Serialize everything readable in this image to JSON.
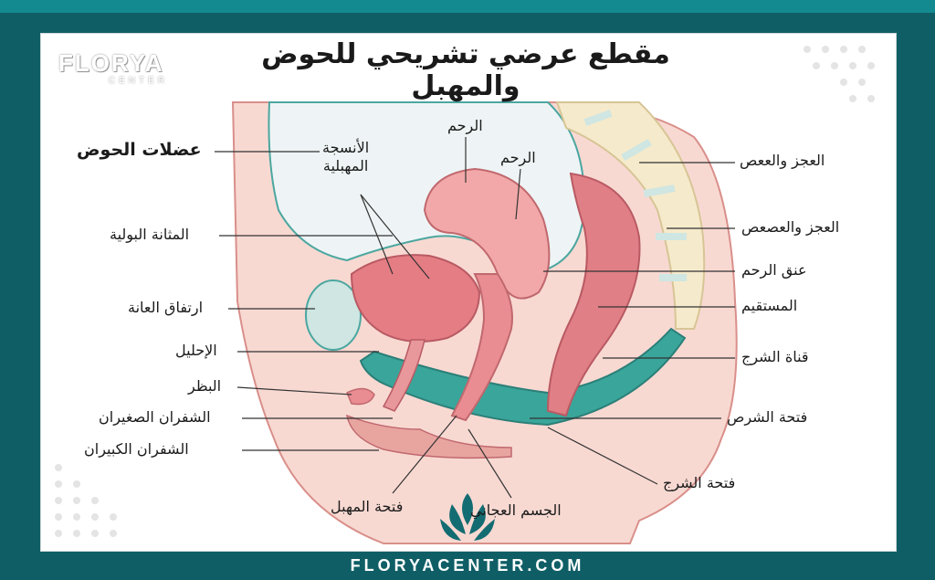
{
  "title": "مقطع عرضي تشريحي للحوض والمهبل",
  "logo": {
    "brand": "FLORYA",
    "sub": "CENTER"
  },
  "footer": "FLORYACENTER.COM",
  "colors": {
    "frame": "#0f5e66",
    "muscle": "#3aa59a",
    "organ": "#e07f86",
    "skin": "#f7d6cf",
    "bone": "#f3e7c7"
  },
  "labels": {
    "pelvic_muscles": "عضلات الحوض",
    "vaginal_tissues": "الأنسجة\nالمهبلية",
    "bladder": "المثانة البولية",
    "pubic_symphysis": "ارتفاق العانة",
    "urethra": "الإحليل",
    "clitoris": "البظر",
    "labia_minora": "الشفران الصغيران",
    "labia_majora": "الشفران الكبيران",
    "vaginal_opening": "فتحة المهبل",
    "uterus_1": "الرحم",
    "uterus_2": "الرحم",
    "sacrum_coccyx_1": "العجز والععص",
    "sacrum_coccyx_2": "العجز والعصعص",
    "cervix": "عنق الرحم",
    "rectum": "المستقيم",
    "anal_canal": "قناة الشرج",
    "rectal_opening": "فتحة الشرص",
    "anus": "فتحة الشرج",
    "perineal_body": "الجسم العجاني"
  }
}
